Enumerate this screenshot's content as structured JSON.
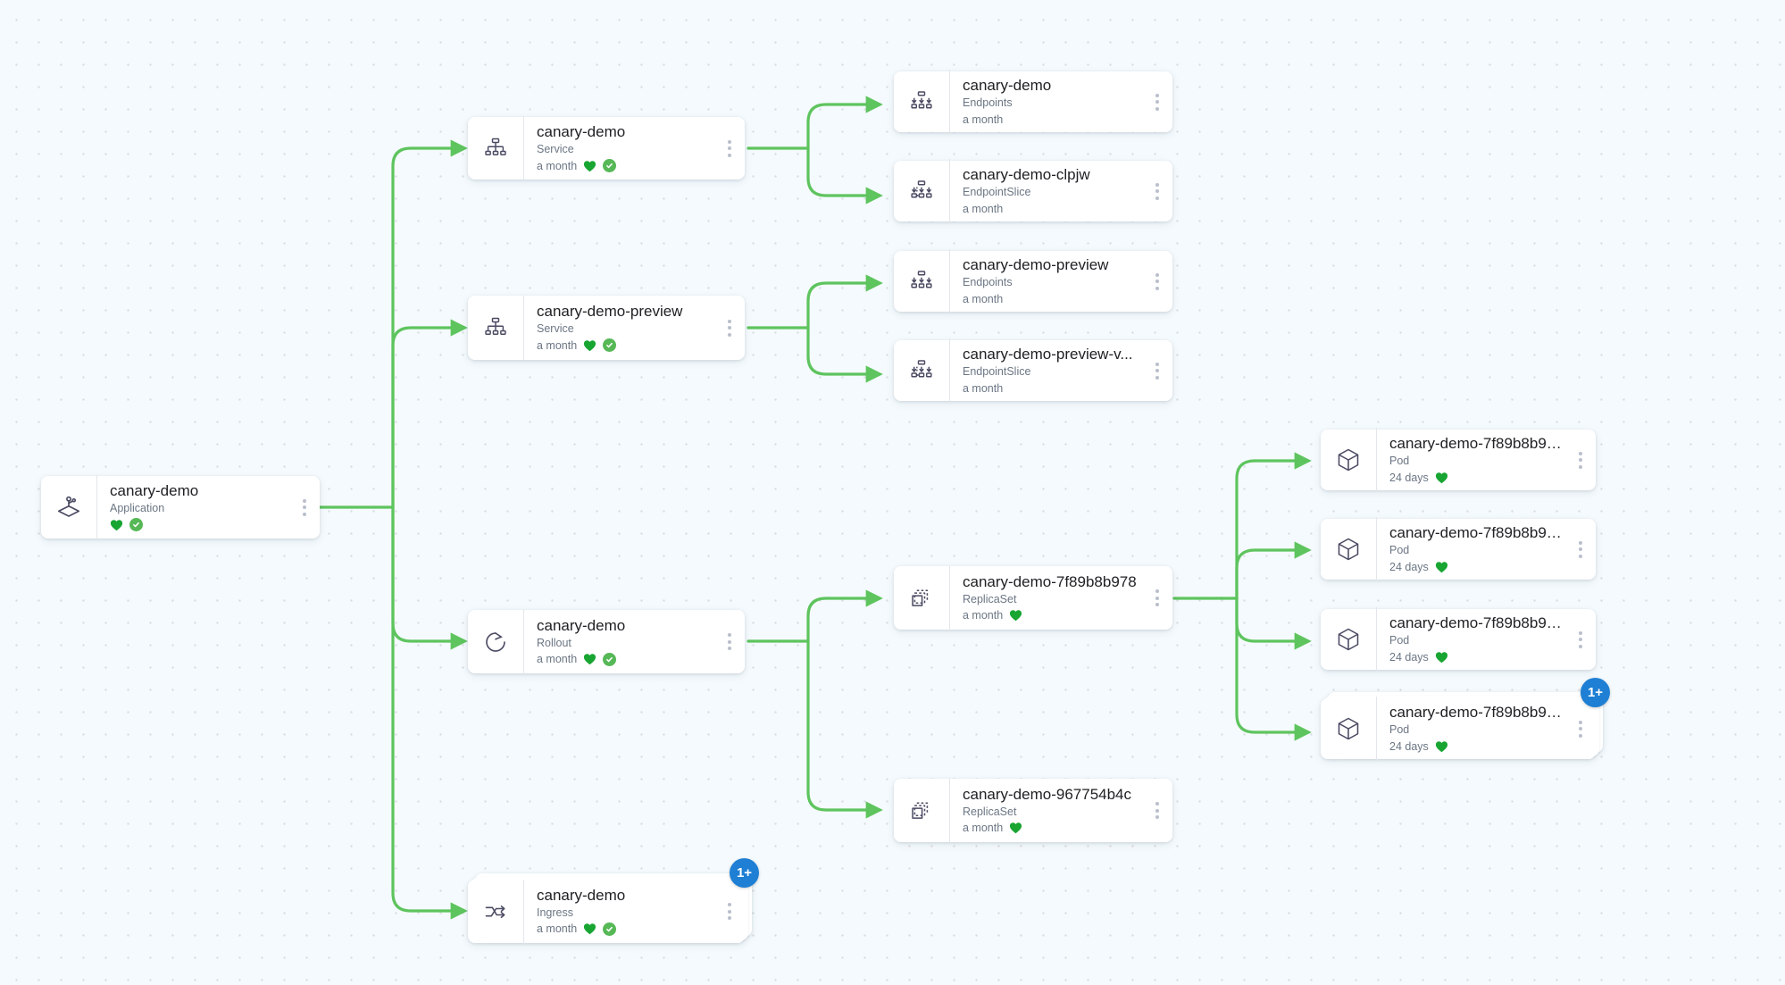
{
  "canvas": {
    "background_color": "#f4fafd",
    "dot_color": "#d9dde1",
    "edge_color": "#5ec45e",
    "badge_color": "#1e7fd4",
    "healthy_color": "#18a532",
    "synced_color": "#56b856"
  },
  "nodes": [
    {
      "id": "app-canary-demo",
      "icon": "argo-application-icon",
      "title": "canary-demo",
      "kind": "Application",
      "age": "",
      "health": "Healthy",
      "sync": "Synced",
      "badge": "",
      "stacked": false
    },
    {
      "id": "svc-canary-demo",
      "icon": "service-icon",
      "title": "canary-demo",
      "kind": "Service",
      "age": "a month",
      "health": "Healthy",
      "sync": "Synced",
      "badge": "",
      "stacked": false
    },
    {
      "id": "svc-canary-demo-preview",
      "icon": "service-icon",
      "title": "canary-demo-preview",
      "kind": "Service",
      "age": "a month",
      "health": "Healthy",
      "sync": "Synced",
      "badge": "",
      "stacked": false
    },
    {
      "id": "rollout-canary-demo",
      "icon": "rollout-icon",
      "title": "canary-demo",
      "kind": "Rollout",
      "age": "a month",
      "health": "Healthy",
      "sync": "Synced",
      "badge": "",
      "stacked": false
    },
    {
      "id": "ingress-canary-demo",
      "icon": "ingress-icon",
      "title": "canary-demo",
      "kind": "Ingress",
      "age": "a month",
      "health": "Healthy",
      "sync": "Synced",
      "badge": "1+",
      "stacked": true
    },
    {
      "id": "ep-canary-demo",
      "icon": "endpoints-icon",
      "title": "canary-demo",
      "kind": "Endpoints",
      "age": "a month",
      "health": "",
      "sync": "",
      "badge": "",
      "stacked": false
    },
    {
      "id": "eps-canary-demo-clpjw",
      "icon": "endpointslice-icon",
      "title": "canary-demo-clpjw",
      "kind": "EndpointSlice",
      "age": "a month",
      "health": "",
      "sync": "",
      "badge": "",
      "stacked": false
    },
    {
      "id": "ep-canary-demo-preview",
      "icon": "endpoints-icon",
      "title": "canary-demo-preview",
      "kind": "Endpoints",
      "age": "a month",
      "health": "",
      "sync": "",
      "badge": "",
      "stacked": false
    },
    {
      "id": "eps-canary-demo-preview-v",
      "icon": "endpointslice-icon",
      "title": "canary-demo-preview-v...",
      "kind": "EndpointSlice",
      "age": "a month",
      "health": "",
      "sync": "",
      "badge": "",
      "stacked": false
    },
    {
      "id": "rs-7f89b8b978",
      "icon": "replicaset-icon",
      "title": "canary-demo-7f89b8b978",
      "kind": "ReplicaSet",
      "age": "a month",
      "health": "Healthy",
      "sync": "",
      "badge": "",
      "stacked": false
    },
    {
      "id": "rs-967754b4c",
      "icon": "replicaset-icon",
      "title": "canary-demo-967754b4c",
      "kind": "ReplicaSet",
      "age": "a month",
      "health": "Healthy",
      "sync": "",
      "badge": "",
      "stacked": false
    },
    {
      "id": "pod-1",
      "icon": "pod-icon",
      "title": "canary-demo-7f89b8b97...",
      "kind": "Pod",
      "age": "24 days",
      "health": "Healthy",
      "sync": "",
      "badge": "",
      "stacked": false
    },
    {
      "id": "pod-2",
      "icon": "pod-icon",
      "title": "canary-demo-7f89b8b97...",
      "kind": "Pod",
      "age": "24 days",
      "health": "Healthy",
      "sync": "",
      "badge": "",
      "stacked": false
    },
    {
      "id": "pod-3",
      "icon": "pod-icon",
      "title": "canary-demo-7f89b8b97...",
      "kind": "Pod",
      "age": "24 days",
      "health": "Healthy",
      "sync": "",
      "badge": "",
      "stacked": false
    },
    {
      "id": "pod-4",
      "icon": "pod-icon",
      "title": "canary-demo-7f89b8b97...",
      "kind": "Pod",
      "age": "24 days",
      "health": "Healthy",
      "sync": "",
      "badge": "1+",
      "stacked": true
    }
  ]
}
